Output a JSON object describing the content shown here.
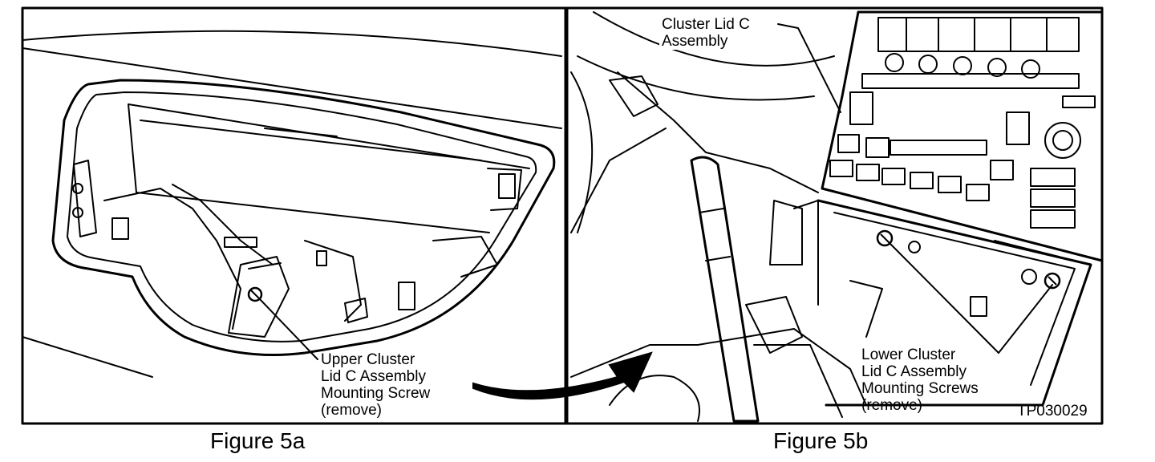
{
  "figure_a": {
    "caption": "Figure 5a",
    "callout": [
      "Upper Cluster",
      "Lid C Assembly",
      "Mounting Screw",
      "(remove)"
    ]
  },
  "figure_b": {
    "caption": "Figure 5b",
    "callout_top": [
      "Cluster Lid C",
      "Assembly"
    ],
    "callout_bottom": [
      "Lower Cluster",
      "Lid C Assembly",
      "Mounting Screws",
      "(remove)"
    ],
    "reference_code": "TP030029"
  }
}
